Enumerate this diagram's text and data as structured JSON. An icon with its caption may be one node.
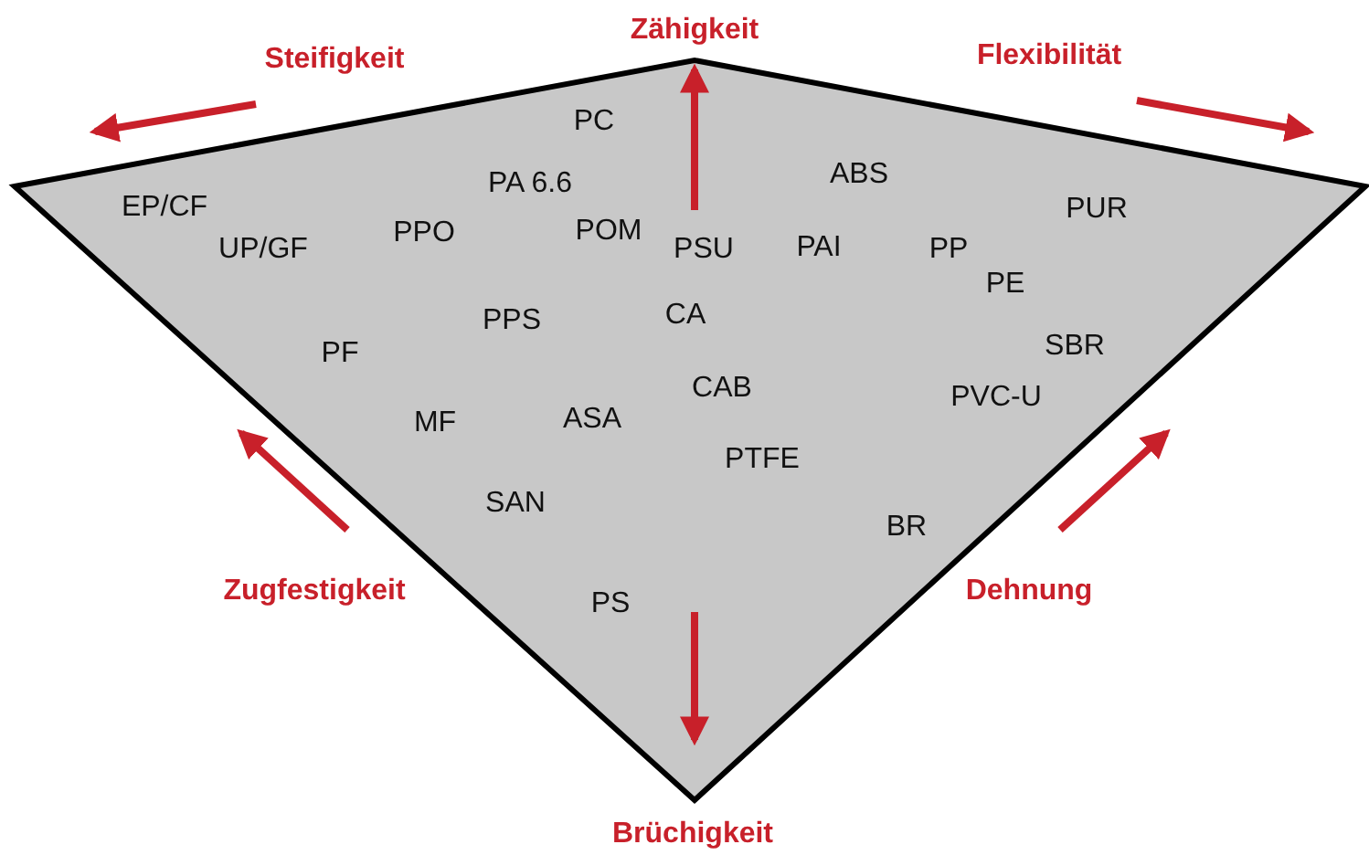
{
  "diagram": {
    "labels": [
      "Zähigkeit",
      "Steifigkeit",
      "Flexibilität",
      "PC",
      "ABS",
      "EP/CF",
      "PA 6.6",
      "PUR",
      "UP/GF",
      "PPO",
      "POM",
      "PSU",
      "PAI",
      "PP",
      "PE",
      "PPS",
      "CA",
      "PF",
      "SBR",
      "CAB",
      "MF",
      "ASA",
      "PVC-U",
      "PTFE",
      "SAN",
      "BR",
      "Zugfestigkeit",
      "PS",
      "Dehnung",
      "Brüchigkeit"
    ]
  }
}
